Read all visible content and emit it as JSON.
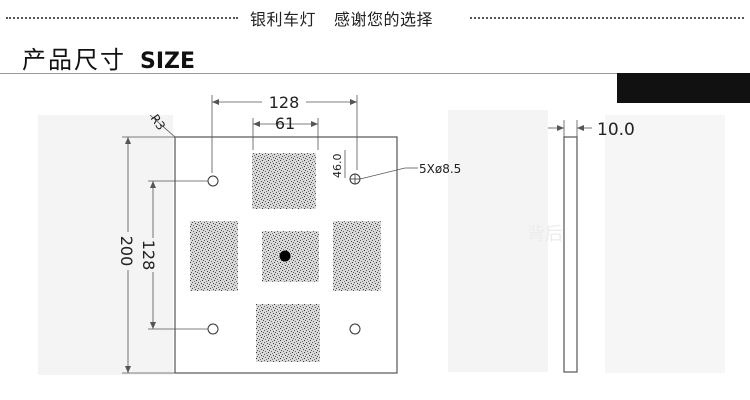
{
  "banner": {
    "brand": "银利车灯",
    "thanks": "感谢您的选择"
  },
  "heading": {
    "title_zh": "产品尺寸",
    "title_en": "SIZE"
  },
  "dimensions": {
    "radius": "R3",
    "width_overall": "128",
    "width_inner": "61",
    "hole_spec": "5Xø8.5",
    "hole_offset": "46.0",
    "height_overall": "200",
    "height_inner": "128",
    "thickness": "10.0"
  },
  "watermark": "背后"
}
